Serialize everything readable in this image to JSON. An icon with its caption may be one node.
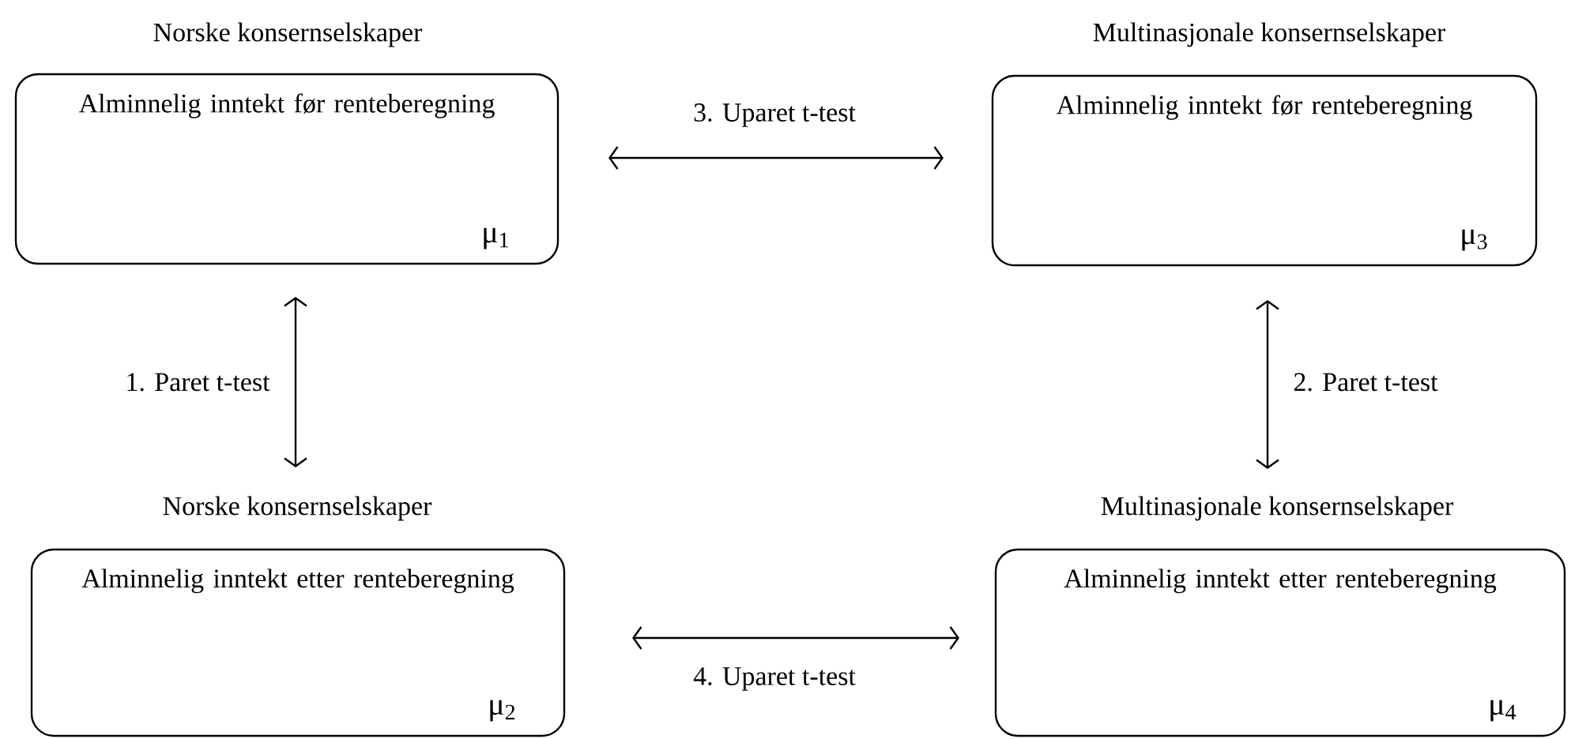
{
  "diagram": {
    "nodes": [
      {
        "text": [
          "Norske konsernselskaper",
          "Alminnelig inntekt før renteberegning",
          "μ$_{1}$"
        ]
      },
      {
        "text": [
          "Multinasjonale konsernselskaper",
          "Alminnelig inntekt før renteberegning",
          "μ$_{3}$"
        ]
      },
      {
        "text": [
          "Norske konsernselskaper",
          "Alminnelig inntekt etter renteberegning",
          "μ$_{2}$"
        ]
      },
      {
        "text": [
          "Multinasjonale konsernselskaper",
          "Alminnelig inntekt etter renteberegning",
          "μ$_{4}$"
        ]
      }
    ],
    "edges": [
      {
        "from": 0,
        "to": 1,
        "arrow": "both",
        "label": "3. Uparet t-test"
      },
      {
        "from": 0,
        "to": 2,
        "arrow": "both",
        "label": "1. Paret t-test"
      },
      {
        "from": 1,
        "to": 3,
        "arrow": "both",
        "label": "2. Paret t-test"
      },
      {
        "from": 2,
        "to": 3,
        "arrow": "both",
        "label": "4. Uparet t-test"
      }
    ]
  }
}
